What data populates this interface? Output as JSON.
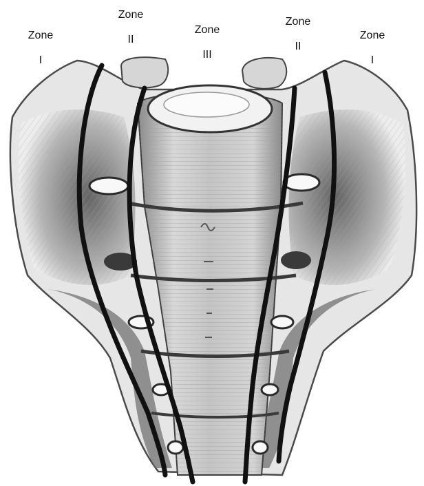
{
  "labels": {
    "zone_1_left": {
      "word": "Zone",
      "numeral": "I"
    },
    "zone_2_left": {
      "word": "Zone",
      "numeral": "II"
    },
    "zone_3": {
      "word": "Zone",
      "numeral": "III"
    },
    "zone_2_right": {
      "word": "Zone",
      "numeral": "II"
    },
    "zone_1_right": {
      "word": "Zone",
      "numeral": "I"
    }
  },
  "colors": {
    "bone_fill": "#e3e3e3",
    "bone_shadow": "#7c7c7c",
    "bone_dark": "#3a3a3a",
    "zone_line": "#111111",
    "background": "#ffffff"
  }
}
